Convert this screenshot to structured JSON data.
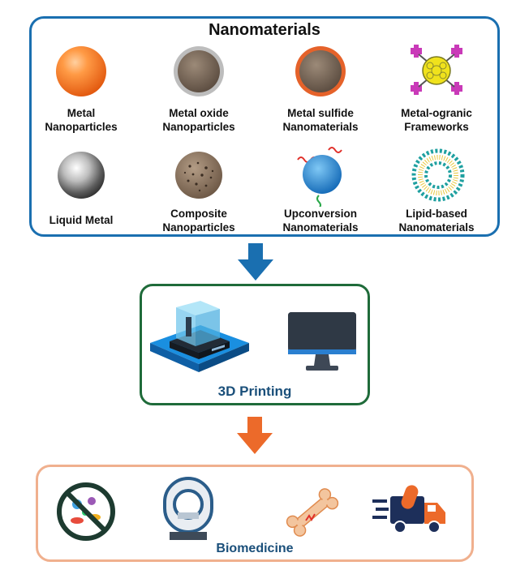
{
  "nanomaterials": {
    "title": "Nanomaterials",
    "items": [
      {
        "line1": "Metal",
        "line2": "Nanoparticles"
      },
      {
        "line1": "Metal oxide",
        "line2": "Nanoparticles"
      },
      {
        "line1": "Metal sulfide",
        "line2": "Nanomaterials"
      },
      {
        "line1": "Metal-ogranic",
        "line2": "Frameworks"
      },
      {
        "line1": "Liquid Metal",
        "line2": ""
      },
      {
        "line1": "Composite",
        "line2": "Nanoparticles"
      },
      {
        "line1": "Upconversion",
        "line2": "Nanomaterials"
      },
      {
        "line1": "Lipid-based",
        "line2": "Nanomaterials"
      }
    ]
  },
  "printing": {
    "title": "3D Printing"
  },
  "biomedicine": {
    "title": "Biomedicine"
  },
  "colors": {
    "nano_border": "#1a6fb0",
    "print_border": "#1f6b3a",
    "bio_border": "#f0b08e",
    "arrow_blue": "#1a6fb0",
    "arrow_orange": "#ec6a2a"
  }
}
